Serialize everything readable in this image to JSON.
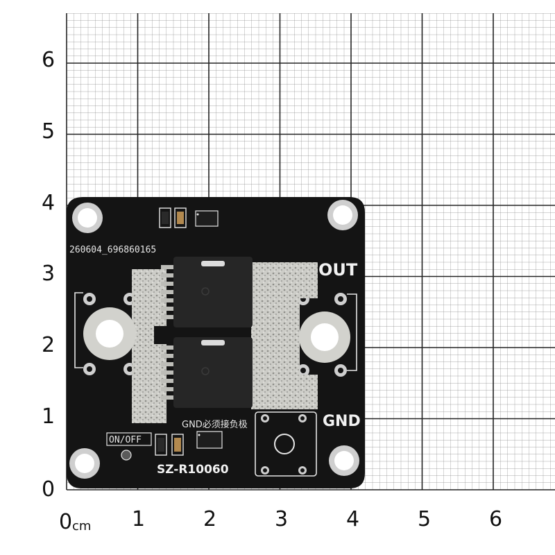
{
  "scale": {
    "y_labels": [
      "6",
      "5",
      "4",
      "3",
      "2",
      "1",
      "0"
    ],
    "x_labels": [
      "0",
      "1",
      "2",
      "3",
      "4",
      "5",
      "6"
    ],
    "unit": "cm"
  },
  "board": {
    "serial": "260604_696860165",
    "out_label": "OUT",
    "gnd_label": "GND",
    "gnd_note": "GND必须接负极",
    "switch_label": "ON/OFF",
    "model": "SZ-R10060"
  },
  "colors": {
    "paper": "#ffffff",
    "grid": "#6a6a6a",
    "pcb": "#141414",
    "silkscreen": "#eeeeee",
    "solder": "#c9c9c4",
    "chip": "#222222"
  }
}
